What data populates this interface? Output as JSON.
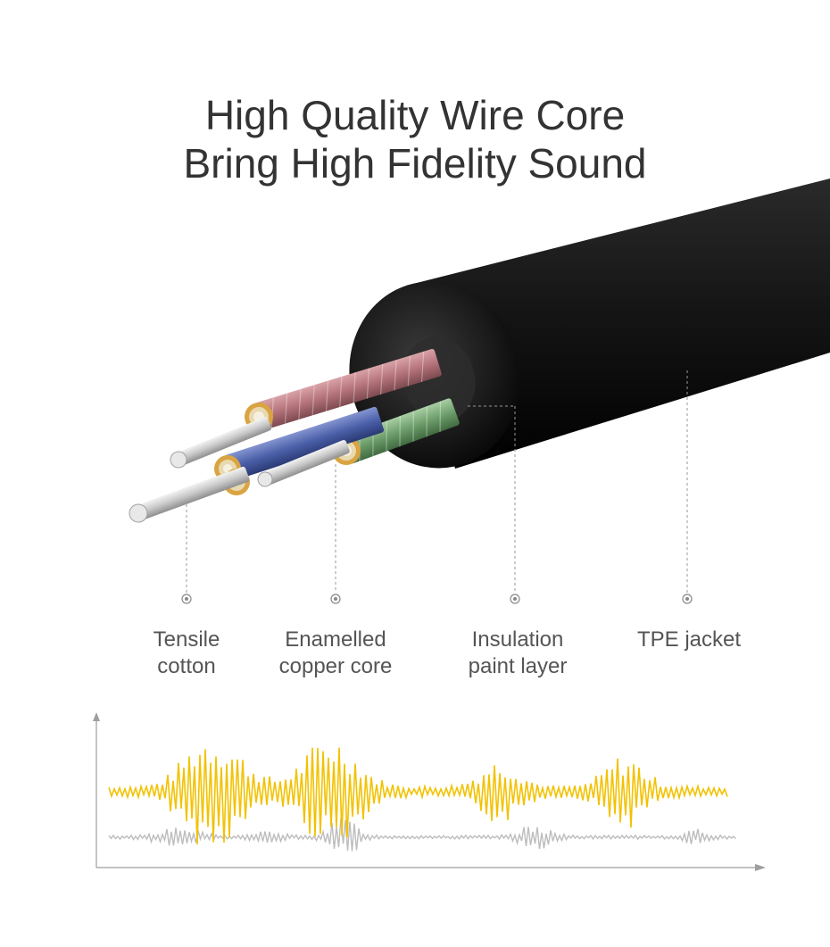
{
  "header": {
    "title_line1": "High Quality Wire Core",
    "title_line2": "Bring High Fidelity Sound"
  },
  "labels": [
    {
      "id": "tensile-cotton",
      "line1": "Tensile",
      "line2": "cotton"
    },
    {
      "id": "enamelled-copper-core",
      "line1": "Enamelled",
      "line2": "copper core"
    },
    {
      "id": "insulation-paint-layer",
      "line1": "Insulation",
      "line2": "paint layer"
    },
    {
      "id": "tpe-jacket",
      "line1": "TPE jacket",
      "line2": ""
    }
  ],
  "colors": {
    "title_text": "#333333",
    "label_text": "#555555",
    "jacket": "#1a1a1a",
    "wire_red": "#b5737a",
    "wire_green": "#6e9e6c",
    "wire_blue": "#4a5fa8",
    "copper_ring": "#d9a441",
    "silver_strand": "#c8c8c8",
    "wave_primary": "#f2c200",
    "wave_secondary": "#bdbdbd",
    "axis": "#9e9e9e"
  },
  "icons": [
    "target-dot-icon",
    "axis-arrow-icon"
  ]
}
